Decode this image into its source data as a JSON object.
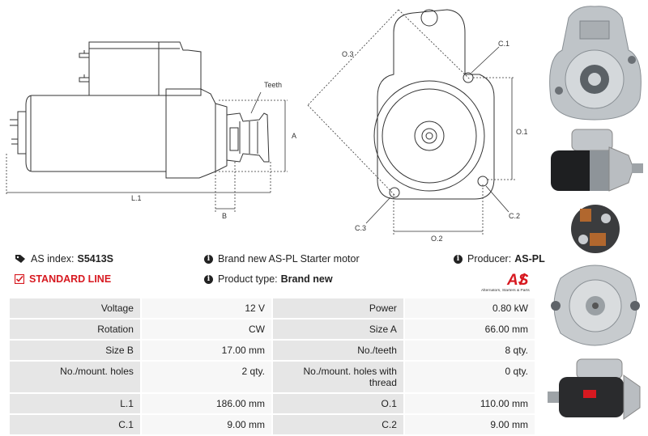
{
  "drawing": {
    "labels": {
      "teeth": "Teeth",
      "a": "A",
      "b": "B",
      "l1": "L.1",
      "o1": "O.1",
      "o2": "O.2",
      "o3": "O.3",
      "c1": "C.1",
      "c2": "C.2",
      "c3": "C.3"
    }
  },
  "info": {
    "as_index_label": "AS index:",
    "as_index_value": "S5413S",
    "standard_line": "STANDARD LINE",
    "brand_line": "Brand new AS-PL Starter motor",
    "product_type_label": "Product type:",
    "product_type_value": "Brand new",
    "producer_label": "Producer:",
    "producer_value": "AS-PL"
  },
  "logo": {
    "mark": "AS",
    "tagline": "Alternators, Starters & Parts",
    "color": "#d71920"
  },
  "specs": {
    "rows": [
      {
        "l1": "Voltage",
        "v1": "12 V",
        "l2": "Power",
        "v2": "0.80 kW"
      },
      {
        "l1": "Rotation",
        "v1": "CW",
        "l2": "Size A",
        "v2": "66.00 mm"
      },
      {
        "l1": "Size B",
        "v1": "17.00 mm",
        "l2": "No./teeth",
        "v2": "8 qty."
      },
      {
        "l1": "No./mount. holes",
        "v1": "2 qty.",
        "l2": "No./mount. holes with thread",
        "v2": "0 qty."
      },
      {
        "l1": "L.1",
        "v1": "186.00 mm",
        "l2": "O.1",
        "v2": "110.00 mm"
      },
      {
        "l1": "C.1",
        "v1": "9.00 mm",
        "l2": "C.2",
        "v2": "9.00 mm"
      }
    ]
  },
  "icons": {
    "tag": "tag-icon",
    "check": "check-square-icon",
    "info": "info-icon"
  }
}
